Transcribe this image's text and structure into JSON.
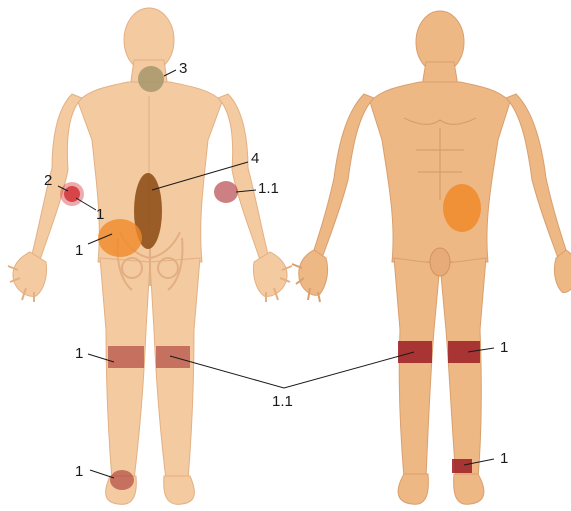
{
  "figure": {
    "labels": {
      "back_neck": "3",
      "back_lumbar": "4",
      "back_elbow_left_1": "2",
      "back_elbow_left_2": "1",
      "back_elbow_right": "1.1",
      "back_hip": "1",
      "back_knee": "1",
      "back_ankle": "1",
      "shared_knees": "1.1",
      "front_knee": "1",
      "front_ankle": "1"
    },
    "colors": {
      "skin_back": "#f4caa0",
      "skin_front": "#eeb885",
      "skin_outline": "#d99f6e",
      "zone_dark_red": "#a0262a",
      "zone_red": "#d8454a",
      "zone_orange": "#f08a2a",
      "zone_brown": "#8a4a12",
      "zone_olive": "#a5966a"
    }
  }
}
